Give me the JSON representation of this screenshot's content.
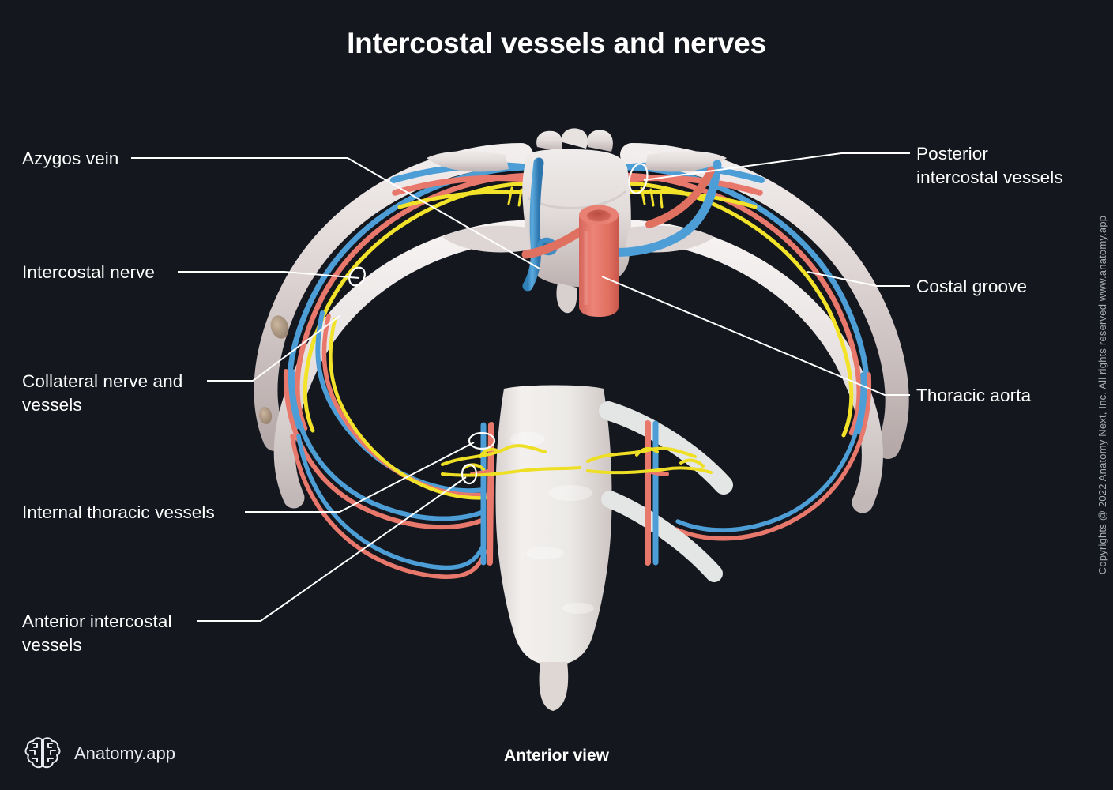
{
  "title": "Intercostal vessels and nerves",
  "caption": "Anterior view",
  "copyright": "Copyrights @ 2022 Anatomy Next, Inc. All rights reserved www.anatomy.app",
  "logo": {
    "text": "Anatomy.app",
    "icon": "brain-icon"
  },
  "labels": {
    "left": [
      {
        "id": "azygos-vein",
        "text": "Azygos vein"
      },
      {
        "id": "intercostal-nerve",
        "text": "Intercostal nerve"
      },
      {
        "id": "collateral-nerve",
        "text": "Collateral nerve and\nvessels"
      },
      {
        "id": "internal-thoracic",
        "text": "Internal thoracic vessels"
      },
      {
        "id": "anterior-intercostal",
        "text": "Anterior intercostal\nvessels"
      }
    ],
    "right": [
      {
        "id": "posterior-intercostal",
        "text": "Posterior\nintercostal vessels"
      },
      {
        "id": "costal-groove",
        "text": "Costal groove"
      },
      {
        "id": "thoracic-aorta",
        "text": "Thoracic aorta"
      }
    ]
  },
  "colors": {
    "background": "#14171d",
    "text": "#ffffff",
    "leader_line": "#ffffff",
    "artery": "#e8786c",
    "vein": "#4d9ed6",
    "nerve": "#f2e32a",
    "bone": "#ded7d6",
    "bone_shadow": "#b9aeae",
    "aorta": "#e5796d",
    "copyright_text": "#a9adb6"
  }
}
